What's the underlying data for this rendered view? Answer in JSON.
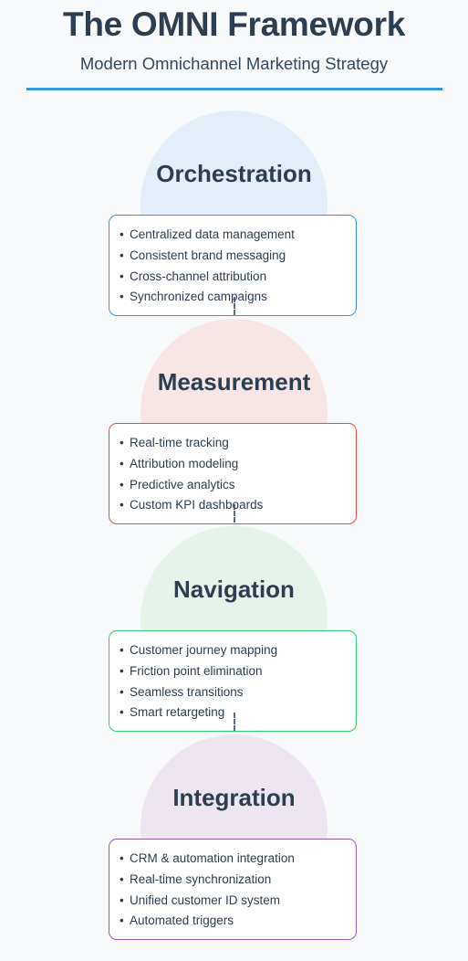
{
  "header": {
    "title": "The OMNI Framework",
    "subtitle": "Modern Omnichannel Marketing Strategy"
  },
  "stages": [
    {
      "title": "Orchestration",
      "circle_color": "#e3eef8",
      "border_color": "#3498db",
      "items": [
        "Centralized data management",
        "Consistent brand messaging",
        "Cross-channel attribution",
        "Synchronized campaigns"
      ]
    },
    {
      "title": "Measurement",
      "circle_color": "#f7e6e6",
      "border_color": "#e74c3c",
      "items": [
        "Real-time tracking",
        "Attribution modeling",
        "Predictive analytics",
        "Custom KPI dashboards"
      ]
    },
    {
      "title": "Navigation",
      "circle_color": "#e5f3ea",
      "border_color": "#2ecc71",
      "items": [
        "Customer journey mapping",
        "Friction point elimination",
        "Seamless transitions",
        "Smart retargeting"
      ]
    },
    {
      "title": "Integration",
      "circle_color": "#ede6f1",
      "border_color": "#9b59b6",
      "items": [
        "CRM & automation integration",
        "Real-time synchronization",
        "Unified customer ID system",
        "Automated triggers"
      ]
    }
  ]
}
